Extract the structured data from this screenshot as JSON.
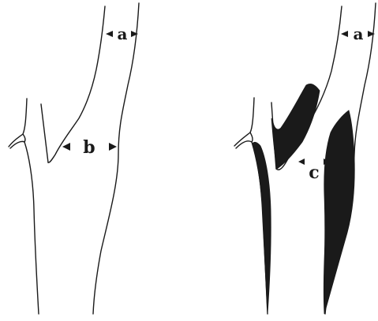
{
  "figure": {
    "left_panel": {
      "labels": {
        "a": "a",
        "b": "b"
      }
    },
    "right_panel": {
      "labels": {
        "a": "a",
        "c": "c"
      }
    }
  },
  "colors": {
    "ink": "#1a1a1a",
    "background": "#ffffff"
  }
}
